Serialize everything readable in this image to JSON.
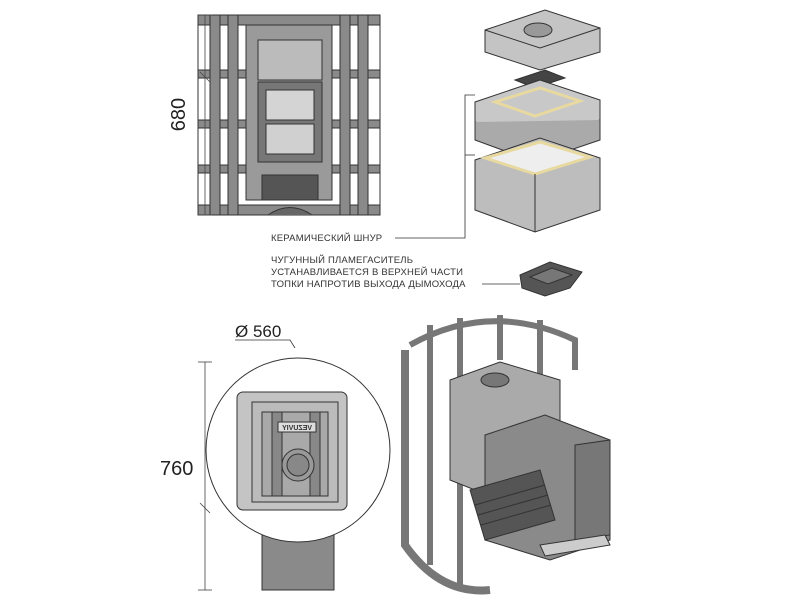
{
  "dimensions": {
    "height_frame": "680",
    "diameter": "Ø 560",
    "height_total": "760"
  },
  "labels": {
    "ceramic_cord": "КЕРАМИЧЕСКИЙ ШНУР",
    "flame_damper": [
      "ЧУГУННЫЙ ПЛАМЕГАСИТЕЛЬ",
      "УСТАНАВЛИВАЕТСЯ В ВЕРХНЕЙ ЧАСТИ",
      "ТОПКИ НАПРОТИВ ВЫХОДА ДЫМОХОДА"
    ]
  },
  "logo_text": "VEZUVIY",
  "colors": {
    "metal": "#8a8a8a",
    "metal_light": "#c4c4c4",
    "outline": "#333333",
    "cord": "#e8d9a0"
  }
}
